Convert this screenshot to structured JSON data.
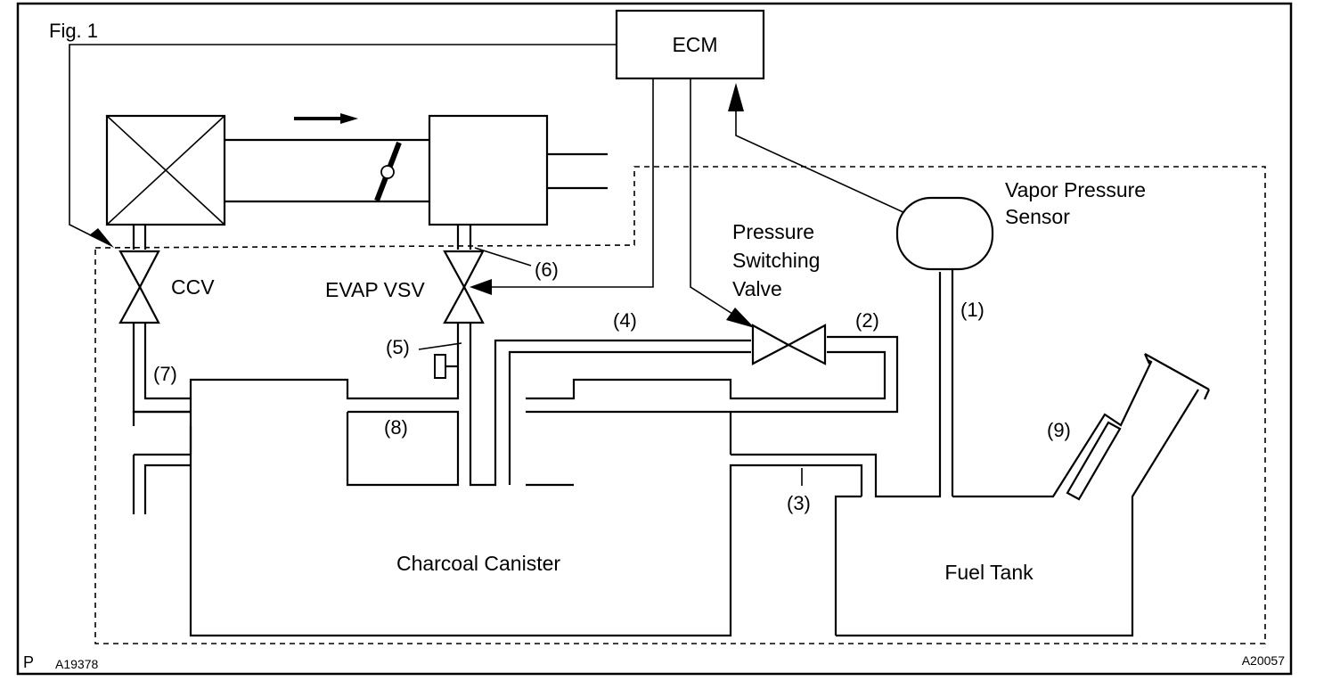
{
  "figure_label": "Fig. 1",
  "footer": {
    "left_letter": "P",
    "left_code": "A19378",
    "right_code": "A20057"
  },
  "components": {
    "ecm": "ECM",
    "ccv": "CCV",
    "evap_vsv": "EVAP VSV",
    "vapor_pressure_sensor": [
      "Vapor Pressure",
      "Sensor"
    ],
    "pressure_switching_valve": [
      "Pressure",
      "Switching",
      "Valve"
    ],
    "charcoal_canister": "Charcoal Canister",
    "fuel_tank": "Fuel Tank"
  },
  "callouts": [
    "(1)",
    "(2)",
    "(3)",
    "(4)",
    "(5)",
    "(6)",
    "(7)",
    "(8)",
    "(9)"
  ]
}
